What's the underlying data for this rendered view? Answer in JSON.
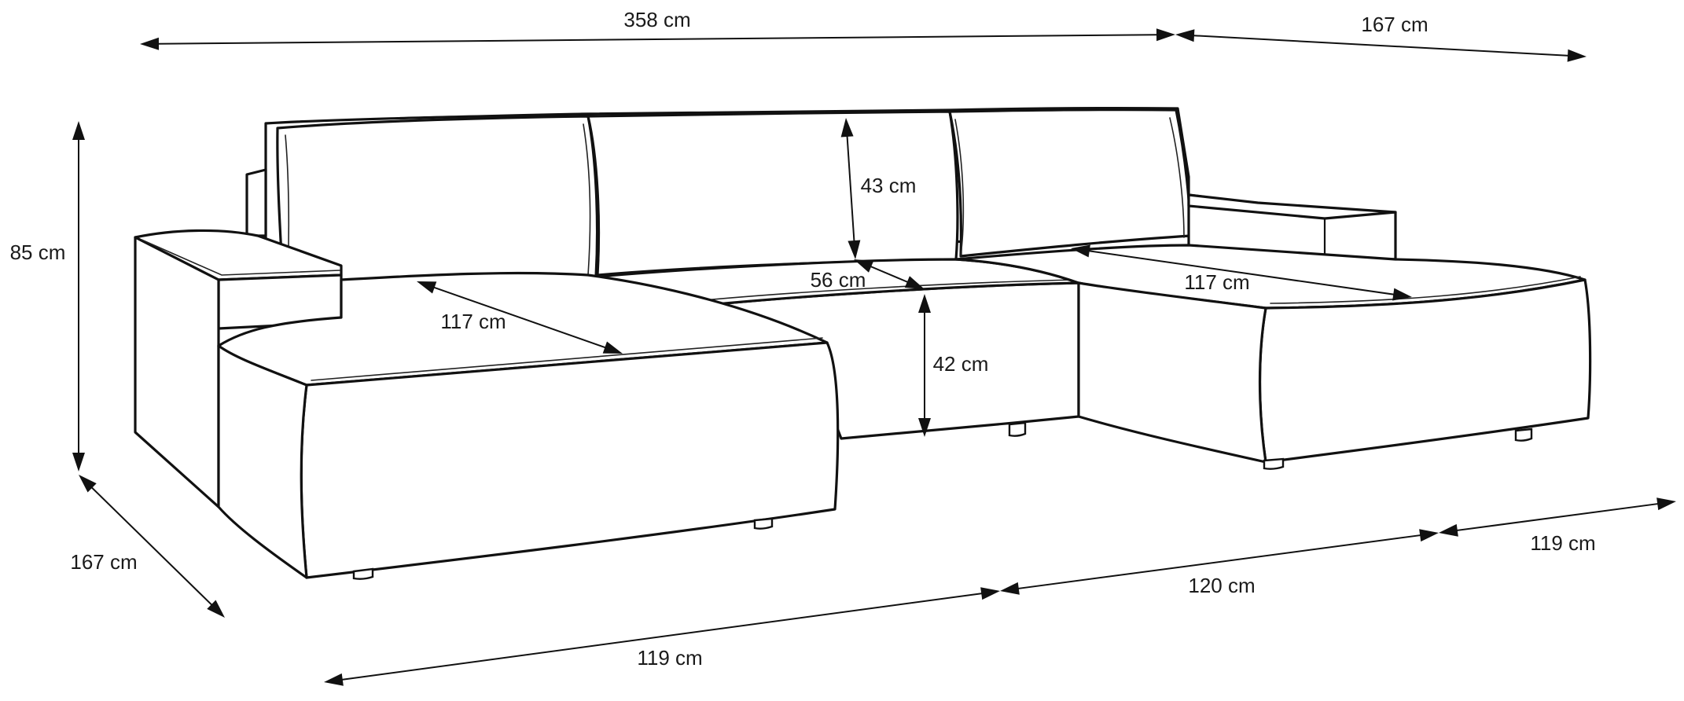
{
  "dimensions": {
    "total_width": "358 cm",
    "right_depth_top": "167 cm",
    "height": "85 cm",
    "left_depth": "167 cm",
    "backrest_height": "43 cm",
    "seat_depth": "56 cm",
    "seat_height": "42 cm",
    "left_chaise_length": "117 cm",
    "right_chaise_length": "117 cm",
    "front_left_width": "119 cm",
    "front_middle_width": "120 cm",
    "front_right_width": "119 cm"
  }
}
